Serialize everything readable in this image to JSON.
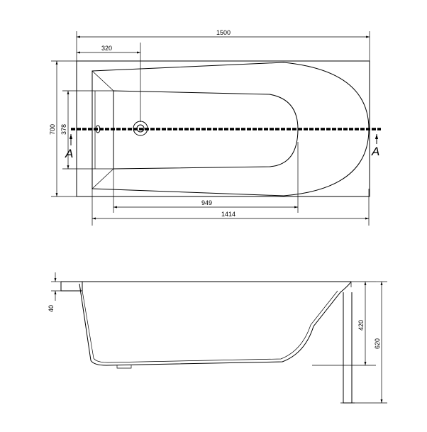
{
  "dimensions": {
    "top_length": "1500",
    "top_offset": "320",
    "top_width": "700",
    "inner_width": "378",
    "inner_bottom_length": "949",
    "inner_length": "1414",
    "side_rim": "40",
    "side_depth": "420",
    "side_total_height": "620"
  },
  "section_markers": {
    "left": "A",
    "right": "A"
  }
}
